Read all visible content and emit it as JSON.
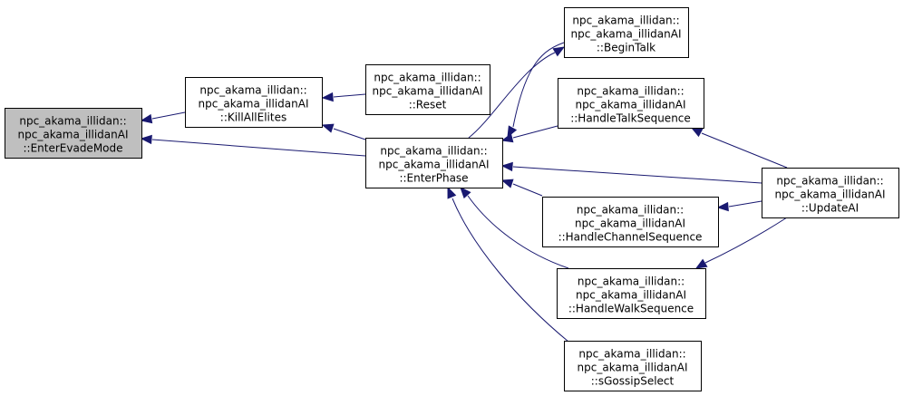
{
  "graph": {
    "nodes": [
      {
        "id": "enter_evade_mode",
        "lines": [
          "npc_akama_illidan::",
          "npc_akama_illidanAI",
          "::EnterEvadeMode"
        ],
        "highlighted": true
      },
      {
        "id": "kill_all_elites",
        "lines": [
          "npc_akama_illidan::",
          "npc_akama_illidanAI",
          "::KillAllElites"
        ]
      },
      {
        "id": "reset",
        "lines": [
          "npc_akama_illidan::",
          "npc_akama_illidanAI",
          "::Reset"
        ]
      },
      {
        "id": "enter_phase",
        "lines": [
          "npc_akama_illidan::",
          "npc_akama_illidanAI",
          "::EnterPhase"
        ]
      },
      {
        "id": "begin_talk",
        "lines": [
          "npc_akama_illidan::",
          "npc_akama_illidanAI",
          "::BeginTalk"
        ]
      },
      {
        "id": "handle_talk_sequence",
        "lines": [
          "npc_akama_illidan::",
          "npc_akama_illidanAI",
          "::HandleTalkSequence"
        ]
      },
      {
        "id": "handle_channel_sequence",
        "lines": [
          "npc_akama_illidan::",
          "npc_akama_illidanAI",
          "::HandleChannelSequence"
        ]
      },
      {
        "id": "handle_walk_sequence",
        "lines": [
          "npc_akama_illidan::",
          "npc_akama_illidanAI",
          "::HandleWalkSequence"
        ]
      },
      {
        "id": "s_gossip_select",
        "lines": [
          "npc_akama_illidan::",
          "npc_akama_illidanAI",
          "::sGossipSelect"
        ]
      },
      {
        "id": "update_ai",
        "lines": [
          "npc_akama_illidan::",
          "npc_akama_illidanAI",
          "::UpdateAI"
        ]
      }
    ],
    "edges": [
      {
        "from": "kill_all_elites",
        "to": "enter_evade_mode"
      },
      {
        "from": "enter_phase",
        "to": "enter_evade_mode"
      },
      {
        "from": "reset",
        "to": "kill_all_elites"
      },
      {
        "from": "enter_phase",
        "to": "kill_all_elites"
      },
      {
        "from": "begin_talk",
        "to": "enter_phase"
      },
      {
        "from": "handle_talk_sequence",
        "to": "enter_phase"
      },
      {
        "from": "update_ai",
        "to": "enter_phase"
      },
      {
        "from": "handle_channel_sequence",
        "to": "enter_phase"
      },
      {
        "from": "handle_walk_sequence",
        "to": "enter_phase"
      },
      {
        "from": "s_gossip_select",
        "to": "enter_phase"
      },
      {
        "from": "enter_phase",
        "to": "begin_talk"
      },
      {
        "from": "update_ai",
        "to": "handle_talk_sequence"
      },
      {
        "from": "update_ai",
        "to": "handle_channel_sequence"
      },
      {
        "from": "update_ai",
        "to": "handle_walk_sequence"
      }
    ],
    "colors": {
      "edge": "#191970",
      "node_fill": "#ffffff",
      "highlight_fill": "#bfbfbf",
      "border": "#000000"
    }
  }
}
